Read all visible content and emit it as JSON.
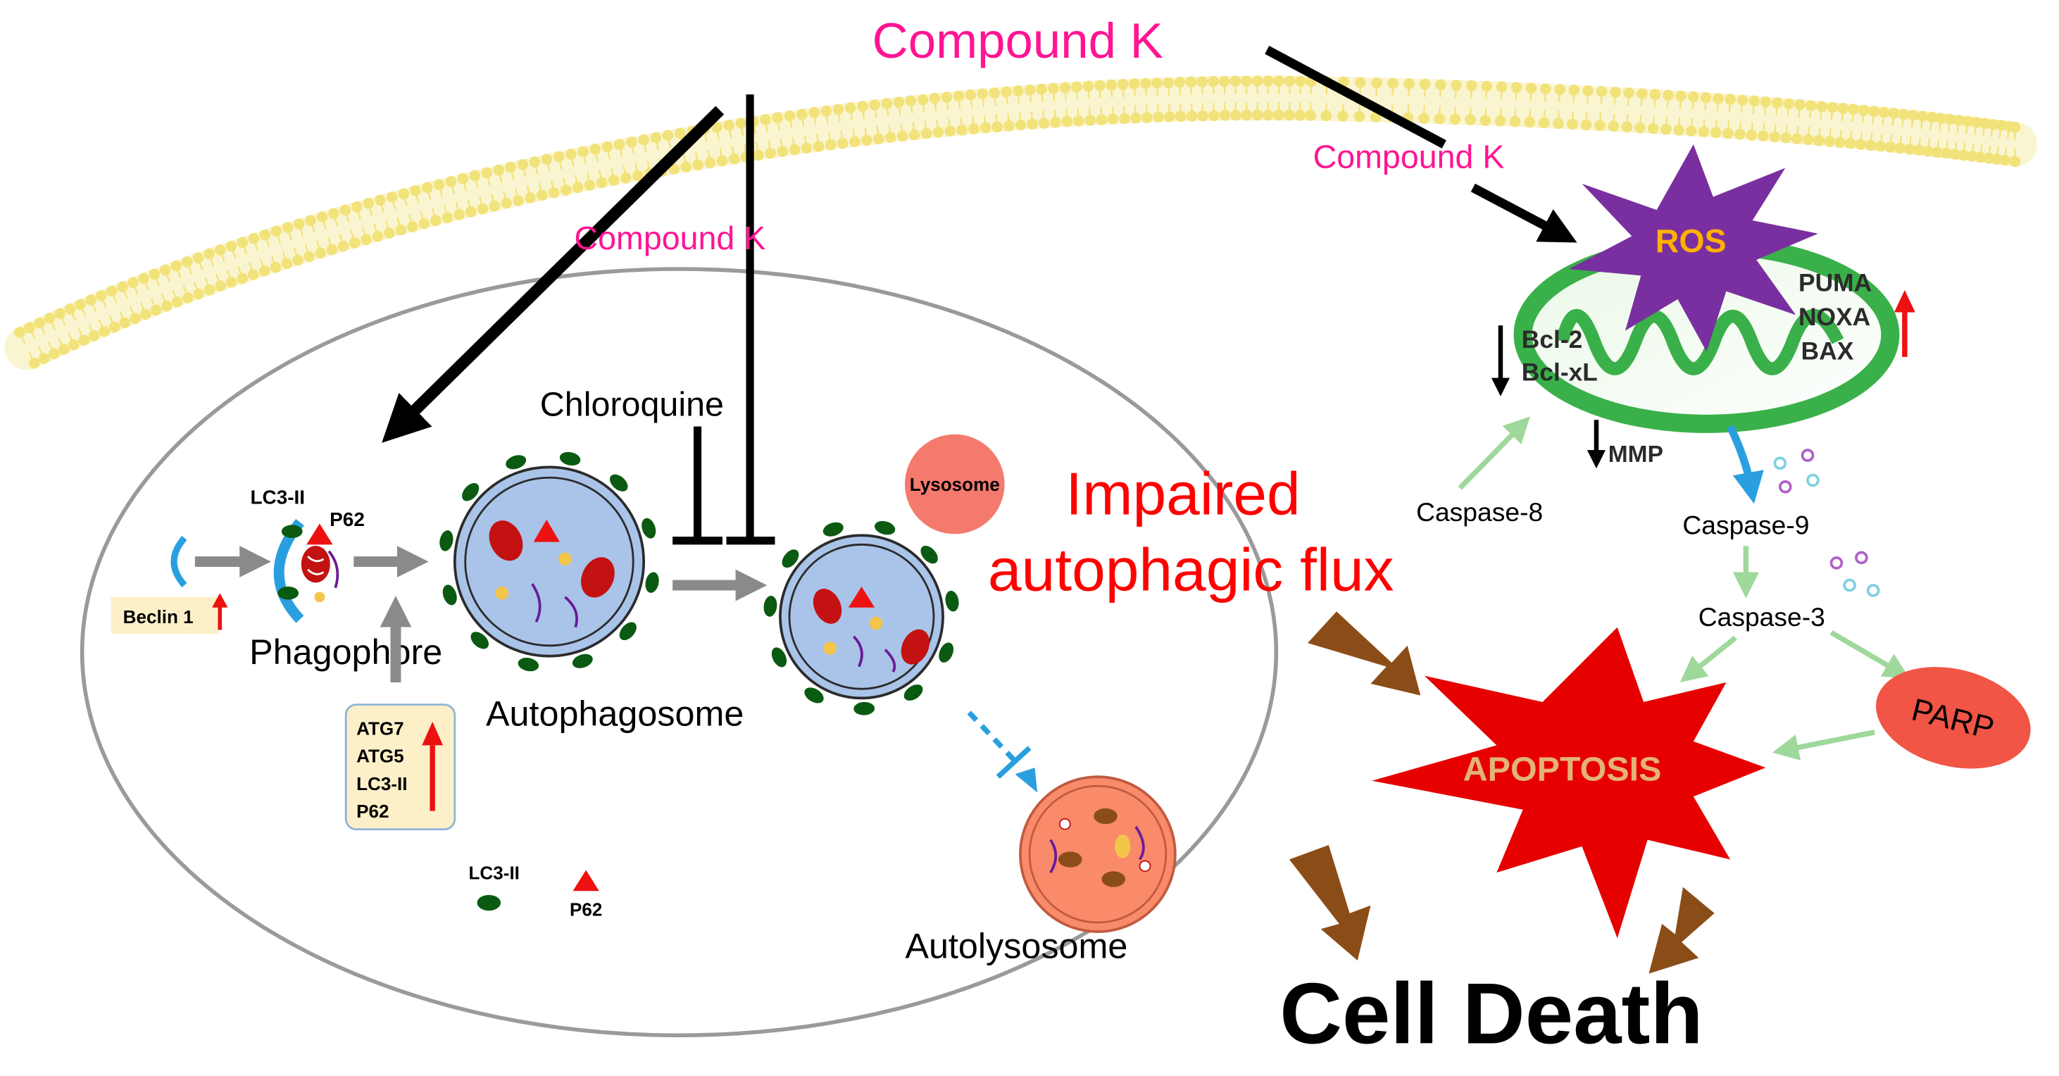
{
  "labels": {
    "compound_k_top": "Compound K",
    "compound_k_left": "Compound K",
    "compound_k_right": "Compound K",
    "chloroquine": "Chloroquine",
    "lc3_ii_phagophore": "LC3-II",
    "p62_phagophore": "P62",
    "beclin1": "Beclin 1",
    "phagophore": "Phagophore",
    "autophagosome": "Autophagosome",
    "lysosome": "Lysosome",
    "impaired_line1": "Impaired",
    "impaired_line2": "autophagic flux",
    "autolysosome": "Autolysosome",
    "atg_list": [
      "ATG7",
      "ATG5",
      "LC3-II",
      "P62"
    ],
    "legend_lc3": "LC3-II",
    "legend_p62": "P62",
    "ros": "ROS",
    "bcl2": "Bcl-2",
    "bclxl": "Bcl-xL",
    "puma": "PUMA",
    "noxa": "NOXA",
    "bax": "BAX",
    "mmp": "MMP",
    "caspase8": "Caspase-8",
    "caspase9": "Caspase-9",
    "caspase3": "Caspase-3",
    "parp": "PARP",
    "apoptosis": "APOPTOSIS",
    "cell_death": "Cell Death"
  },
  "icons": {
    "up_arrow": "red-up-arrow-icon",
    "down_arrow": "black-down-arrow-icon",
    "inhibit": "t-bar-inhibition-icon"
  },
  "colors": {
    "compound_k": "#ff1493",
    "impaired": "#ff0000",
    "membrane": "#f2e27a",
    "vesicle": "#a9c4e8",
    "lc3": "#0b5a12",
    "p62": "#ee1111",
    "lysosome": "#f47a6e",
    "autolysosome": "#f98a6a",
    "ros": "#7a2fa0",
    "ros_text": "#ffb000",
    "mito": "#3ab04a",
    "caspase_arrow": "#9fd89b",
    "apoptosis": "#e60000",
    "apoptosis_text": "#e4b27a",
    "brown_arrow": "#8b4d17",
    "parp": "#f05545",
    "label_box": "#fdf0c8",
    "blue_arrow": "#2a9fe0"
  }
}
